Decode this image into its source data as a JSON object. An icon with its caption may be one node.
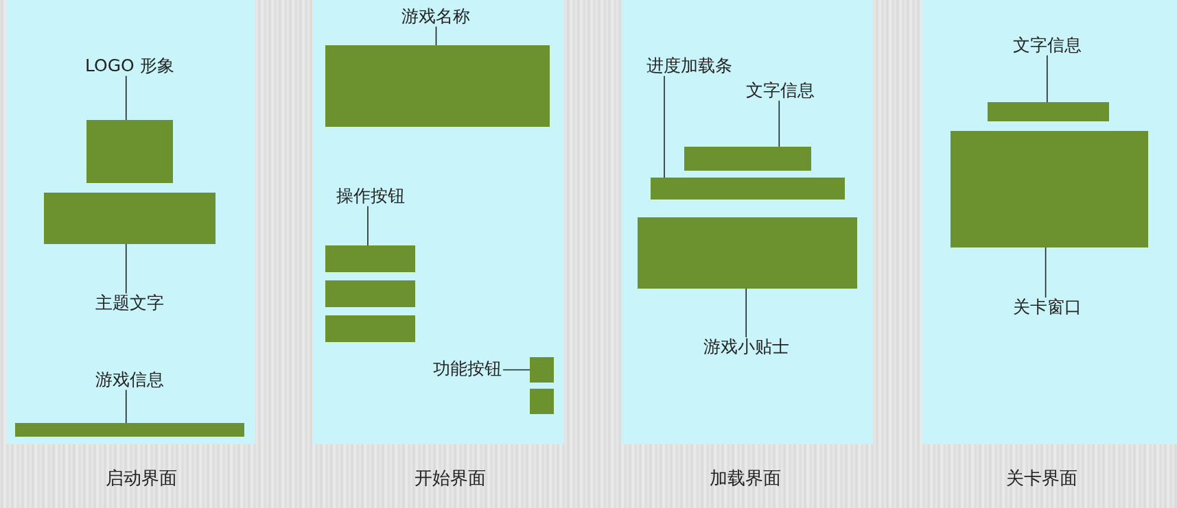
{
  "diagram": {
    "nodes": [
      {
        "text": [
          "启动界面"
        ]
      },
      {
        "text": [
          "LOGO 形象"
        ],
        "in": 0
      },
      {
        "text": [],
        "shape": "box",
        "in": 0
      },
      {
        "text": [],
        "shape": "box",
        "in": 0
      },
      {
        "text": [
          "主题文字"
        ],
        "in": 0
      },
      {
        "text": [
          "游戏信息"
        ],
        "in": 0
      },
      {
        "text": [],
        "shape": "box",
        "in": 0
      },
      {
        "text": [
          "开始界面"
        ]
      },
      {
        "text": [
          "游戏名称"
        ],
        "in": 7
      },
      {
        "text": [],
        "shape": "box",
        "in": 7
      },
      {
        "text": [
          "操作按钮"
        ],
        "in": 7
      },
      {
        "text": [],
        "shape": "box",
        "in": 7
      },
      {
        "text": [],
        "shape": "box",
        "in": 7
      },
      {
        "text": [],
        "shape": "box",
        "in": 7
      },
      {
        "text": [
          "功能按钮"
        ],
        "in": 7
      },
      {
        "text": [],
        "shape": "box",
        "in": 7
      },
      {
        "text": [],
        "shape": "box",
        "in": 7
      },
      {
        "text": [
          "加载界面"
        ]
      },
      {
        "text": [
          "进度加载条"
        ],
        "in": 17
      },
      {
        "text": [
          "文字信息"
        ],
        "in": 17
      },
      {
        "text": [],
        "shape": "box",
        "in": 17
      },
      {
        "text": [],
        "shape": "box",
        "in": 17
      },
      {
        "text": [],
        "shape": "box",
        "in": 17
      },
      {
        "text": [
          "游戏小贴士"
        ],
        "in": 17
      },
      {
        "text": [
          "关卡界面"
        ]
      },
      {
        "text": [
          "文字信息"
        ],
        "in": 24
      },
      {
        "text": [],
        "shape": "box",
        "in": 24
      },
      {
        "text": [],
        "shape": "box",
        "in": 24
      },
      {
        "text": [
          "关卡窗口"
        ],
        "in": 24
      }
    ],
    "edges": [
      {
        "from": 1,
        "to": 2,
        "arrow": "none"
      },
      {
        "from": 4,
        "to": 3,
        "arrow": "none"
      },
      {
        "from": 5,
        "to": 6,
        "arrow": "none"
      },
      {
        "from": 8,
        "to": 9,
        "arrow": "none"
      },
      {
        "from": 10,
        "to": 11,
        "arrow": "none"
      },
      {
        "from": 14,
        "to": 15,
        "arrow": "none"
      },
      {
        "from": 18,
        "to": 21,
        "arrow": "none"
      },
      {
        "from": 19,
        "to": 20,
        "arrow": "none"
      },
      {
        "from": 23,
        "to": 22,
        "arrow": "none"
      },
      {
        "from": 25,
        "to": 26,
        "arrow": "none"
      },
      {
        "from": 28,
        "to": 27,
        "arrow": "none"
      }
    ]
  }
}
